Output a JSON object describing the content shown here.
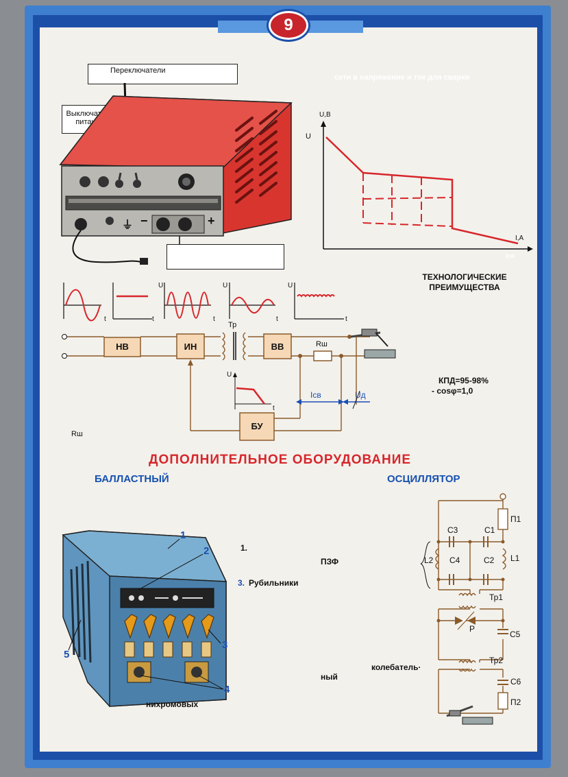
{
  "page_number": "9",
  "header_overlay": "сети в напряжение и ток для сварки",
  "machine": {
    "switches_label": "Переключатели",
    "power_switch_label_line1": "Выключатель",
    "power_switch_label_line2": "питания",
    "minus_sign": "−",
    "plus_sign": "+"
  },
  "vi_chart": {
    "y_axis_label": "U,B",
    "u_marker": "U",
    "x_axis_label": "I,A",
    "corner_label": "Iсв"
  },
  "tech_title_line1": "ТЕХНОЛОГИЧЕСКИЕ",
  "tech_title_line2": "ПРЕИМУЩЕСТВА",
  "waveforms": {
    "u_label": "U",
    "t_label": "t"
  },
  "block_diagram": {
    "block_nv": "НВ",
    "block_in": "ИН",
    "block_vv": "ВВ",
    "block_bu": "БУ",
    "transformer": "Тр",
    "shunt": "Rш",
    "current_label": "Iсв",
    "voltage_label": "Uд",
    "mini_u": "U",
    "mini_t": "t"
  },
  "efficiency": "КПД=95-98%",
  "cos_phi": "- cosφ=1,0",
  "rsh_note": "Rш",
  "extra_title": "ДОПОЛНИТЕЛЬНОЕ ОБОРУДОВАНИЕ",
  "ballast_title": "БАЛЛАСТНЫЙ",
  "oscillator_title": "ОСЦИЛЛЯТОР",
  "ballast": {
    "callouts": [
      "1",
      "2",
      "3",
      "4",
      "5"
    ],
    "item_1": "1.",
    "item_3_num": "3.",
    "item_3_text": "Рубильники",
    "nichrome": "нихромовых"
  },
  "oscillator_text": {
    "pzf": "ПЗФ",
    "oscillating": "колебатель·",
    "ny": "ный"
  },
  "oscillator": {
    "p1": "П1",
    "p2": "П2",
    "c1": "С1",
    "c2": "С2",
    "c3": "С3",
    "c4": "С4",
    "c5": "С5",
    "c6": "С6",
    "l1": "L1",
    "l2": "L2",
    "tr1": "Тр1",
    "tr2": "Тр2",
    "spark": "Р"
  },
  "colors": {
    "accent_red": "#d7262b",
    "accent_blue": "#1a4fb3",
    "frame_blue": "#1c4fa8"
  }
}
